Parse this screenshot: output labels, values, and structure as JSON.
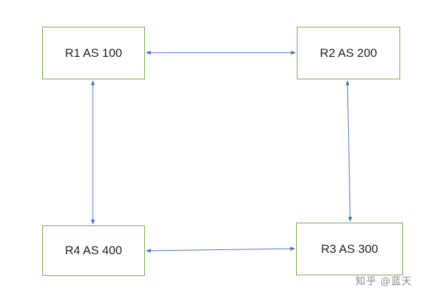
{
  "nodes": [
    {
      "id": "r1",
      "label": "R1 AS 100"
    },
    {
      "id": "r2",
      "label": "R2 AS 200"
    },
    {
      "id": "r3",
      "label": "R3 AS 300"
    },
    {
      "id": "r4",
      "label": "R4 AS 400"
    }
  ],
  "edges": [
    {
      "from": "r1",
      "to": "r2",
      "direction": "both"
    },
    {
      "from": "r1",
      "to": "r4",
      "direction": "both"
    },
    {
      "from": "r2",
      "to": "r3",
      "direction": "both"
    },
    {
      "from": "r4",
      "to": "r3",
      "direction": "both"
    }
  ],
  "colors": {
    "node_border": "#70ad47",
    "edge": "#4472c4"
  },
  "watermark": "知乎 @蓝天"
}
